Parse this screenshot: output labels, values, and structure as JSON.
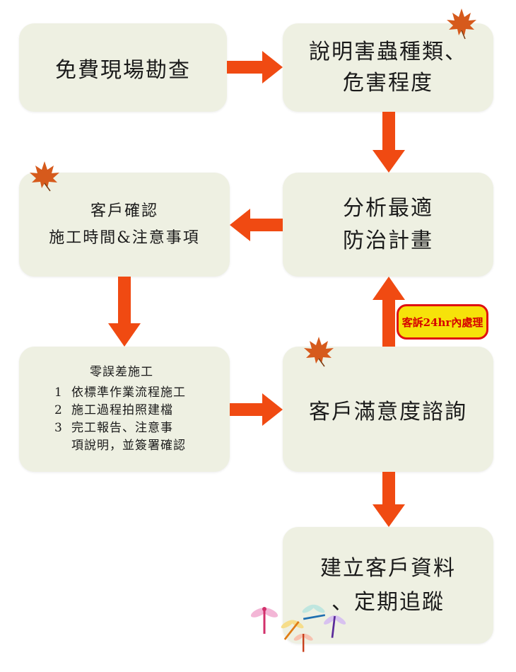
{
  "boxes": {
    "survey": "免費現場勘查",
    "explain": [
      "說明害蟲種類、",
      "危害程度"
    ],
    "plan": [
      "分析最適",
      "防治計畫"
    ],
    "confirm": [
      "客戶確認",
      "施工時間&注意事項"
    ],
    "construction": {
      "title": "零誤差施工",
      "steps": [
        {
          "num": "1",
          "text": "依標準作業流程施工"
        },
        {
          "num": "2",
          "text": "施工過程拍照建檔"
        },
        {
          "num": "3",
          "text": "完工報告、注意事",
          "cont": "項說明，並簽署確認"
        }
      ]
    },
    "satisfaction": "客戶滿意度諮詢",
    "records": [
      "建立客戶資料",
      "、定期追蹤"
    ]
  },
  "complaint_badge": "客訴24hr內處理",
  "colors": {
    "box": "#eef0e2",
    "arrow": "#f04a12",
    "badge_fill": "#f6e20a",
    "badge_border": "#e01010",
    "badge_text": "#d60000"
  },
  "icons": [
    "maple-leaf-icon",
    "dragonfly-icon"
  ]
}
